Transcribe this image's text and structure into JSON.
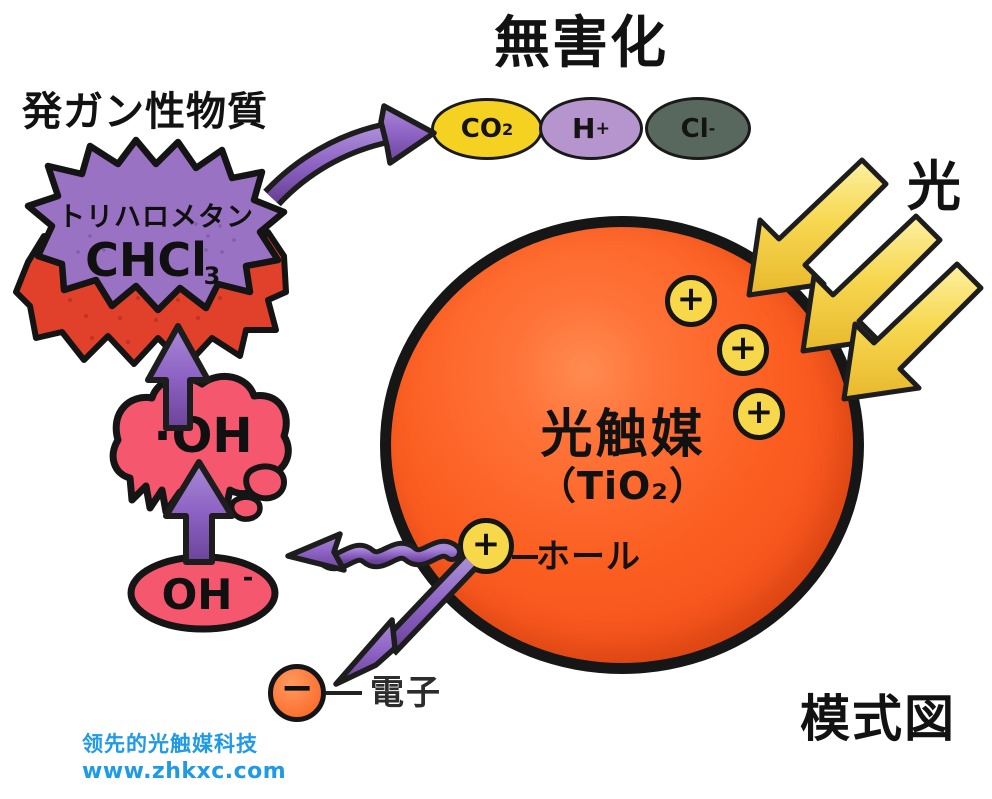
{
  "diagram": {
    "kind": "photocatalysis-schematic",
    "headings": {
      "detoxification": "無害化",
      "carcinogen": "発ガン性物質",
      "light": "光",
      "schematic": "模式図"
    },
    "products": [
      {
        "name": "carbon-dioxide",
        "label": "CO",
        "sub": "2",
        "sup": "",
        "color": "#f5d222"
      },
      {
        "name": "hydrogen-ion",
        "label": "H",
        "sub": "",
        "sup": "+",
        "color": "#b695cf"
      },
      {
        "name": "chloride-ion",
        "label": "Cl",
        "sub": "",
        "sup": "-",
        "color": "#59685f"
      }
    ],
    "starburst": {
      "line1": "トリハロメタン",
      "line2": "CHCl",
      "line2_sub": "3",
      "purple": "#9a72c4",
      "red": "#e1412b"
    },
    "radical_bubble": {
      "label": "·OH",
      "color": "#f4576e"
    },
    "hydroxide_pill": {
      "label": "OH",
      "sup": "-",
      "color": "#f4576e"
    },
    "sphere": {
      "label": "光触媒",
      "formula": "（TiO₂）",
      "color": "#fc5f22",
      "outline": "#161616"
    },
    "holes": {
      "glyph": "+",
      "label": "ホール",
      "color": "#f8d84b",
      "count": 4
    },
    "electron": {
      "glyph": "−",
      "label": "電子",
      "color": "#fd7a3c"
    },
    "light_arrows": {
      "count": 3,
      "color": "#f7d851"
    },
    "reaction_arrows": {
      "color": "#8d62c4"
    },
    "watermark": {
      "line1": "领先的光触媒科技",
      "line2": "www.zhkxc.com",
      "color": "#1f9ae6"
    }
  }
}
